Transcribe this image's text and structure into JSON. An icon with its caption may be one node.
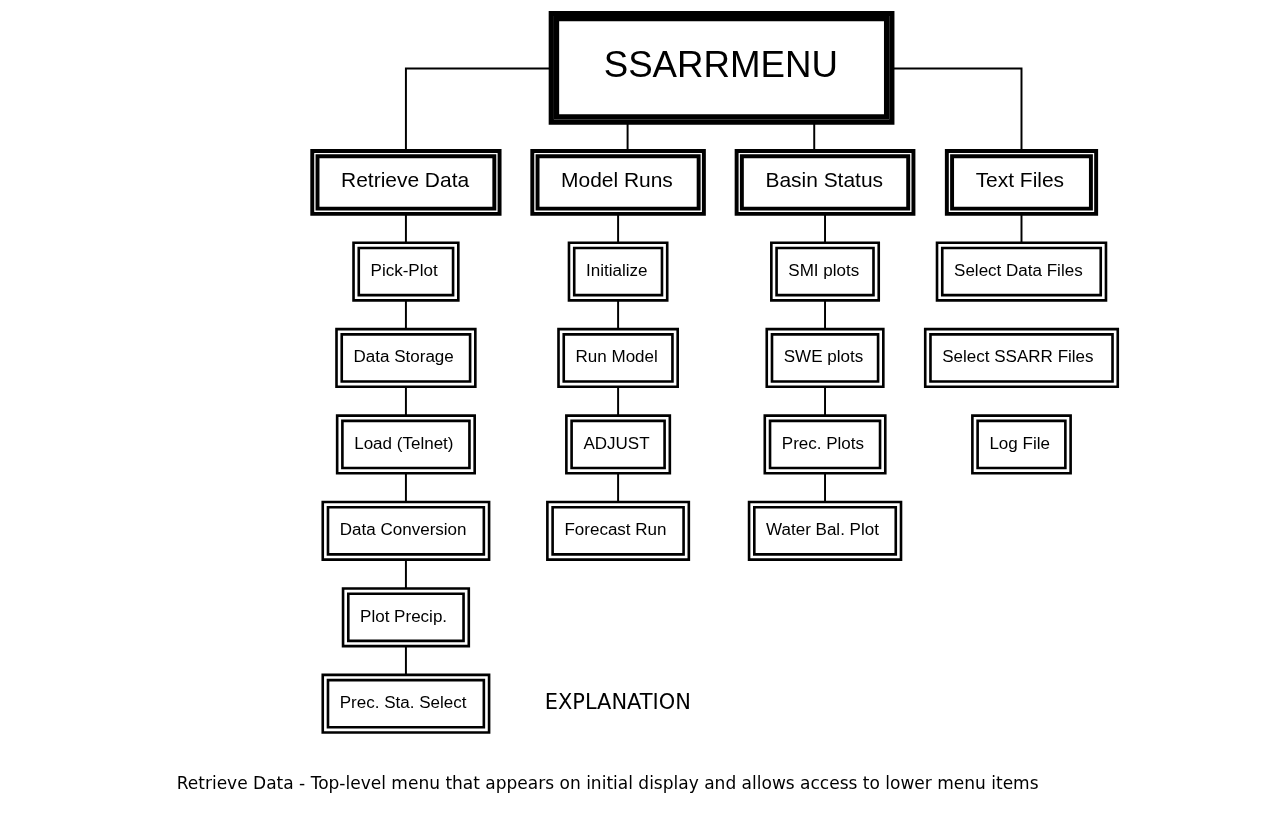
{
  "diagram": {
    "nodes": [
      {
        "text": [
          "SSARRMENU"
        ]
      },
      {
        "text": [
          "Retrieve Data"
        ]
      },
      {
        "text": [
          "Model Runs"
        ]
      },
      {
        "text": [
          "Basin Status"
        ]
      },
      {
        "text": [
          "Text Files"
        ]
      },
      {
        "text": [
          "Pick-Plot"
        ]
      },
      {
        "text": [
          "Data Storage"
        ]
      },
      {
        "text": [
          "Load (Telnet)"
        ]
      },
      {
        "text": [
          "Data Conversion"
        ]
      },
      {
        "text": [
          "Plot Precip."
        ]
      },
      {
        "text": [
          "Prec. Sta. Select"
        ]
      },
      {
        "text": [
          "Initialize"
        ]
      },
      {
        "text": [
          "Run Model"
        ]
      },
      {
        "text": [
          "ADJUST"
        ]
      },
      {
        "text": [
          "Forecast Run"
        ]
      },
      {
        "text": [
          "SMI plots"
        ]
      },
      {
        "text": [
          "SWE plots"
        ]
      },
      {
        "text": [
          "Prec. Plots"
        ]
      },
      {
        "text": [
          "Water Bal. Plot"
        ]
      },
      {
        "text": [
          "Select Data Files"
        ]
      },
      {
        "text": [
          "Select SSARR Files"
        ]
      },
      {
        "text": [
          "Log File"
        ]
      }
    ],
    "edges": [
      {
        "from": 0,
        "to": 1,
        "arrow": "none"
      },
      {
        "from": 0,
        "to": 2,
        "arrow": "none"
      },
      {
        "from": 0,
        "to": 3,
        "arrow": "none"
      },
      {
        "from": 0,
        "to": 4,
        "arrow": "none"
      },
      {
        "from": 1,
        "to": 5,
        "arrow": "none"
      },
      {
        "from": 5,
        "to": 6,
        "arrow": "none"
      },
      {
        "from": 6,
        "to": 7,
        "arrow": "none"
      },
      {
        "from": 7,
        "to": 8,
        "arrow": "none"
      },
      {
        "from": 8,
        "to": 9,
        "arrow": "none"
      },
      {
        "from": 9,
        "to": 10,
        "arrow": "none"
      },
      {
        "from": 2,
        "to": 11,
        "arrow": "none"
      },
      {
        "from": 11,
        "to": 12,
        "arrow": "none"
      },
      {
        "from": 12,
        "to": 13,
        "arrow": "none"
      },
      {
        "from": 13,
        "to": 14,
        "arrow": "none"
      },
      {
        "from": 3,
        "to": 15,
        "arrow": "none"
      },
      {
        "from": 15,
        "to": 16,
        "arrow": "none"
      },
      {
        "from": 16,
        "to": 17,
        "arrow": "none"
      },
      {
        "from": 17,
        "to": 18,
        "arrow": "none"
      },
      {
        "from": 4,
        "to": 19,
        "arrow": "none"
      }
    ],
    "labels": [
      "EXPLANATION",
      "Retrieve Data - Top-level menu that appears on initial display and allows access to lower menu items"
    ]
  }
}
